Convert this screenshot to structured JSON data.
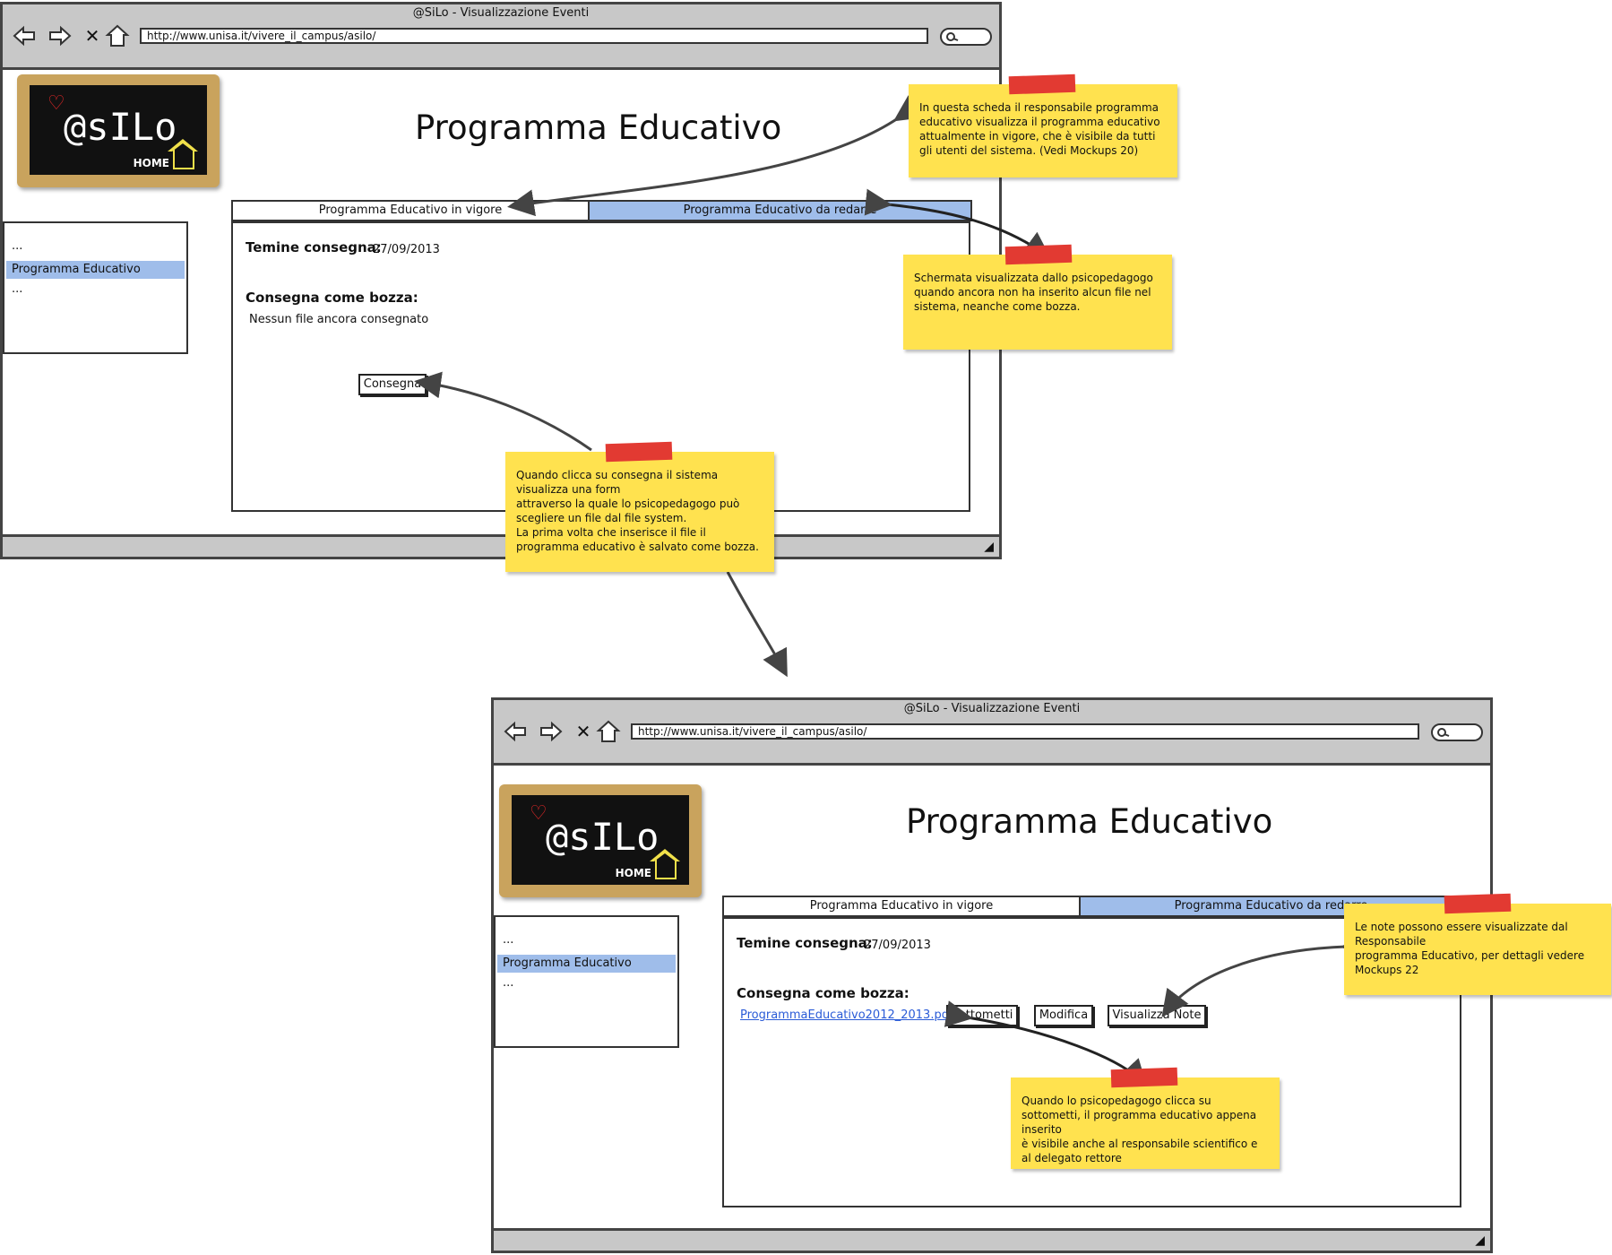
{
  "screens": [
    {
      "window_title": "@SiLo - Visualizzazione Eventi",
      "url": "http://www.unisa.it/vivere_il_campus/asilo/",
      "page_title": "Programma Educativo",
      "logo_text": "@sILo",
      "logo_home": "HOME",
      "sidebar": [
        "...",
        "Programma Educativo",
        "..."
      ],
      "tabs": [
        "Programma Educativo in vigore",
        "Programma Educativo da redarre"
      ],
      "deadline_label": "Temine consegna:",
      "deadline_value": "27/09/2013",
      "draft_label": "Consegna come bozza:",
      "draft_status": "Nessun file ancora consegnato",
      "button_consegna": "Consegna"
    },
    {
      "window_title": "@SiLo - Visualizzazione Eventi",
      "url": "http://www.unisa.it/vivere_il_campus/asilo/",
      "page_title": "Programma Educativo",
      "logo_text": "@sILo",
      "logo_home": "HOME",
      "sidebar": [
        "...",
        "Programma Educativo",
        "..."
      ],
      "tabs": [
        "Programma Educativo in vigore",
        "Programma Educativo da redarre"
      ],
      "deadline_label": "Temine consegna:",
      "deadline_value": "27/09/2013",
      "draft_label": "Consegna come bozza:",
      "file_link": "ProgrammaEducativo2012_2013.pdf",
      "buttons": [
        "Sottometti",
        "Modifica",
        "Visualizza Note"
      ]
    }
  ],
  "notes": {
    "n1": "In questa scheda il responsabile programma educativo visualizza il programma educativo attualmente in vigore, che è visibile da tutti gli utenti del sistema. (Vedi Mockups 20)",
    "n2": "Schermata visualizzata dallo psicopedagogo quando ancora non ha inserito alcun file nel sistema, neanche come bozza.",
    "n3_lines": [
      "Quando clicca su consegna il sistema visualizza una form",
      "attraverso la quale lo psicopedagogo può scegliere un file dal file system.",
      "La prima volta che inserisce il file il programma educativo è salvato come bozza."
    ],
    "n4_lines": [
      "Le note possono essere visualizzate dal Responsabile",
      "programma Educativo, per dettagli vedere Mockups 22"
    ],
    "n5_lines": [
      "Quando lo psicopedagogo clicca su sottometti, il programma educativo appena inserito",
      "è visibile anche al responsabile scientifico e al delegato rettore"
    ]
  },
  "colors": {
    "chrome": "#c8c8c8",
    "selected": "#9fbdea",
    "note": "#ffe24f",
    "tape": "#e23a32",
    "link": "#2a5bd7"
  }
}
